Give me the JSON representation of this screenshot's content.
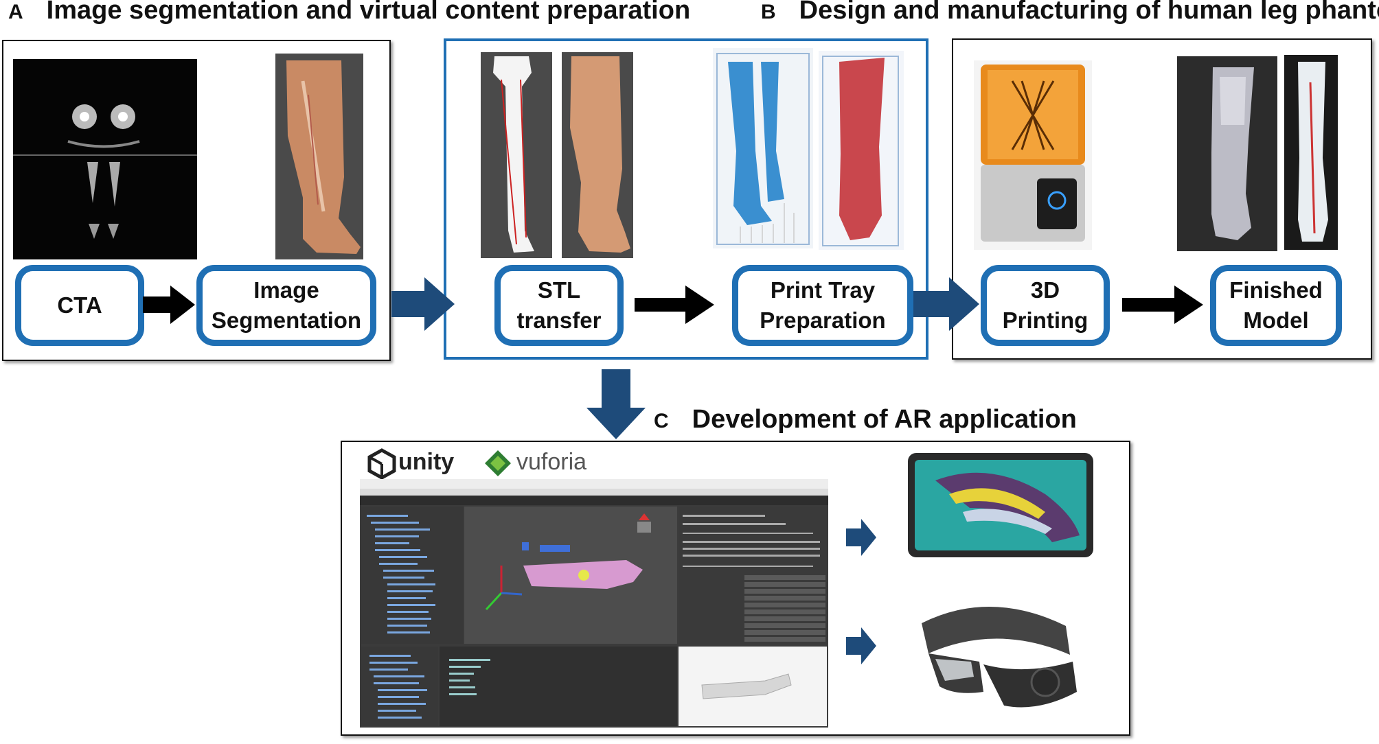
{
  "sections": {
    "a": {
      "letter": "A",
      "title": "Image segmentation and virtual content preparation"
    },
    "b": {
      "letter": "B",
      "title": "Design and manufacturing of human leg phantom"
    },
    "c": {
      "letter": "C",
      "title": "Development of AR application"
    }
  },
  "steps": {
    "cta": "CTA",
    "segmentation": "Image\nSegmentation",
    "stl": "STL\ntransfer",
    "tray": "Print Tray\nPreparation",
    "printing": "3D\nPrinting",
    "finished": "Finished\nModel"
  },
  "logos": {
    "unity": "unity",
    "vuforia": "vuforia"
  },
  "colors": {
    "accent": "#1f6fb4",
    "arrow_blue": "#1e4b7a",
    "arrow_black": "#000000",
    "bone_blue": "#3a8fd0",
    "tray_red": "#c9474d"
  }
}
